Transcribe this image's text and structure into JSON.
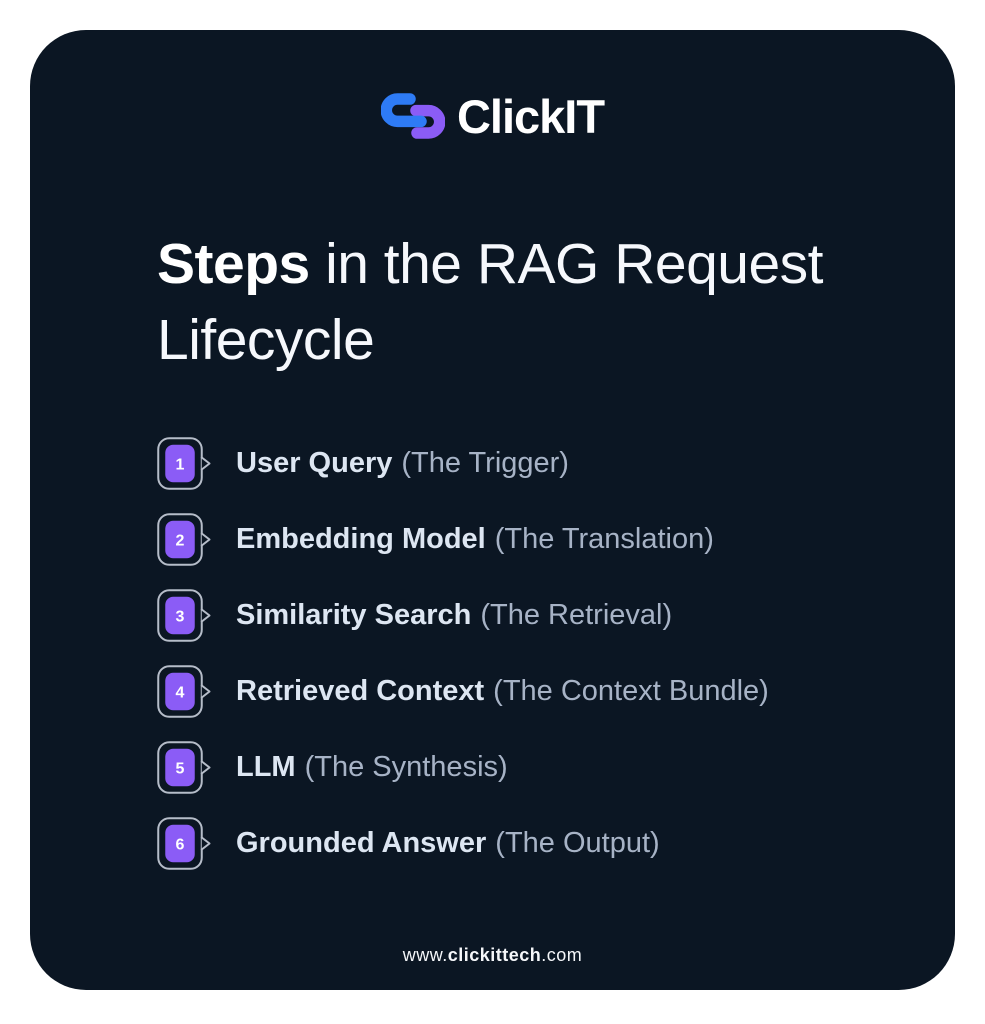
{
  "brand": {
    "name": "ClickIT",
    "icon": "chain-link-icon"
  },
  "title": {
    "emphasis": "Steps",
    "rest": " in the RAG Request Lifecycle"
  },
  "steps": [
    {
      "number": "1",
      "name": "User Query",
      "detail": "(The Trigger)"
    },
    {
      "number": "2",
      "name": "Embedding Model",
      "detail": "(The Translation)"
    },
    {
      "number": "3",
      "name": "Similarity Search",
      "detail": "(The Retrieval)"
    },
    {
      "number": "4",
      "name": "Retrieved Context",
      "detail": "(The Context Bundle)"
    },
    {
      "number": "5",
      "name": "LLM",
      "detail": "(The Synthesis)"
    },
    {
      "number": "6",
      "name": "Grounded Answer",
      "detail": "(The Output)"
    }
  ],
  "footer": {
    "prefix": "www.",
    "domain": "clickittech",
    "suffix": ".com"
  },
  "colors": {
    "card_bg": "#0b1623",
    "logo_blue": "#2e7bf5",
    "accent_purple": "#8b5cf6",
    "step_name_text": "#dde6f2",
    "step_detail_text": "#a7b3c6",
    "badge_outline": "#b6bdc9",
    "title_text": "#f6f8fc"
  }
}
